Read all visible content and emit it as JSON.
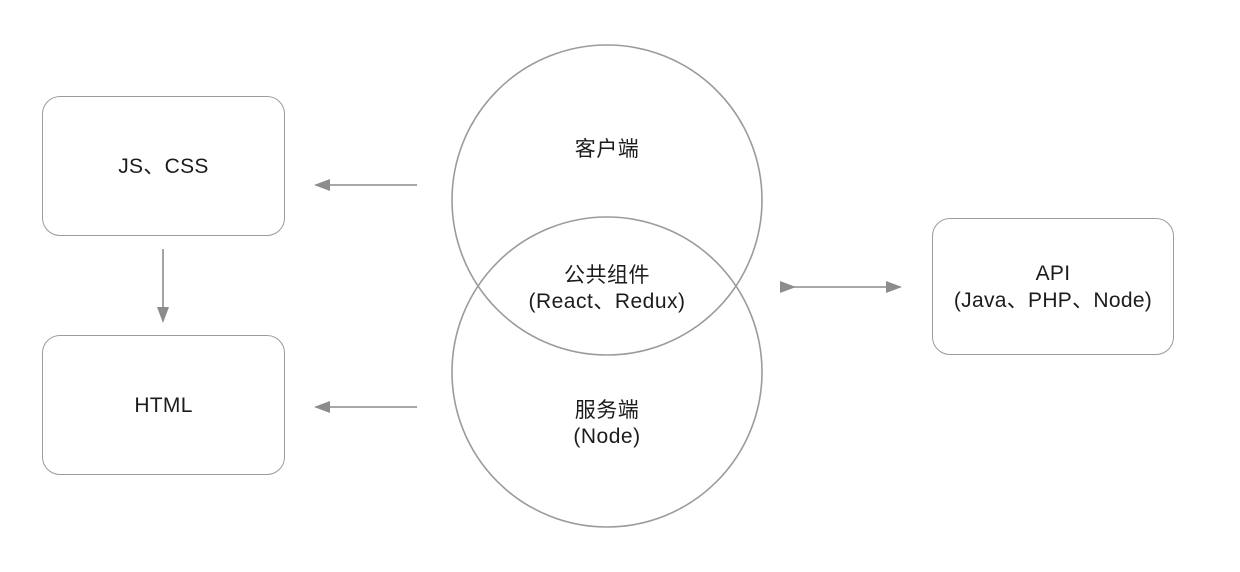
{
  "diagram": {
    "boxes": {
      "js_css": {
        "label": "JS、CSS"
      },
      "html": {
        "label": "HTML"
      },
      "api": {
        "title": "API",
        "subtitle": "(Java、PHP、Node)"
      }
    },
    "circles": {
      "client": {
        "label": "客户端"
      },
      "shared": {
        "title": "公共组件",
        "subtitle": "(React、Redux)"
      },
      "server": {
        "title": "服务端",
        "subtitle": "(Node)"
      }
    },
    "colors": {
      "stroke": "#9b9b9b",
      "arrow": "#8c8c8c",
      "text": "#1c1c1c",
      "background": "#ffffff"
    }
  }
}
